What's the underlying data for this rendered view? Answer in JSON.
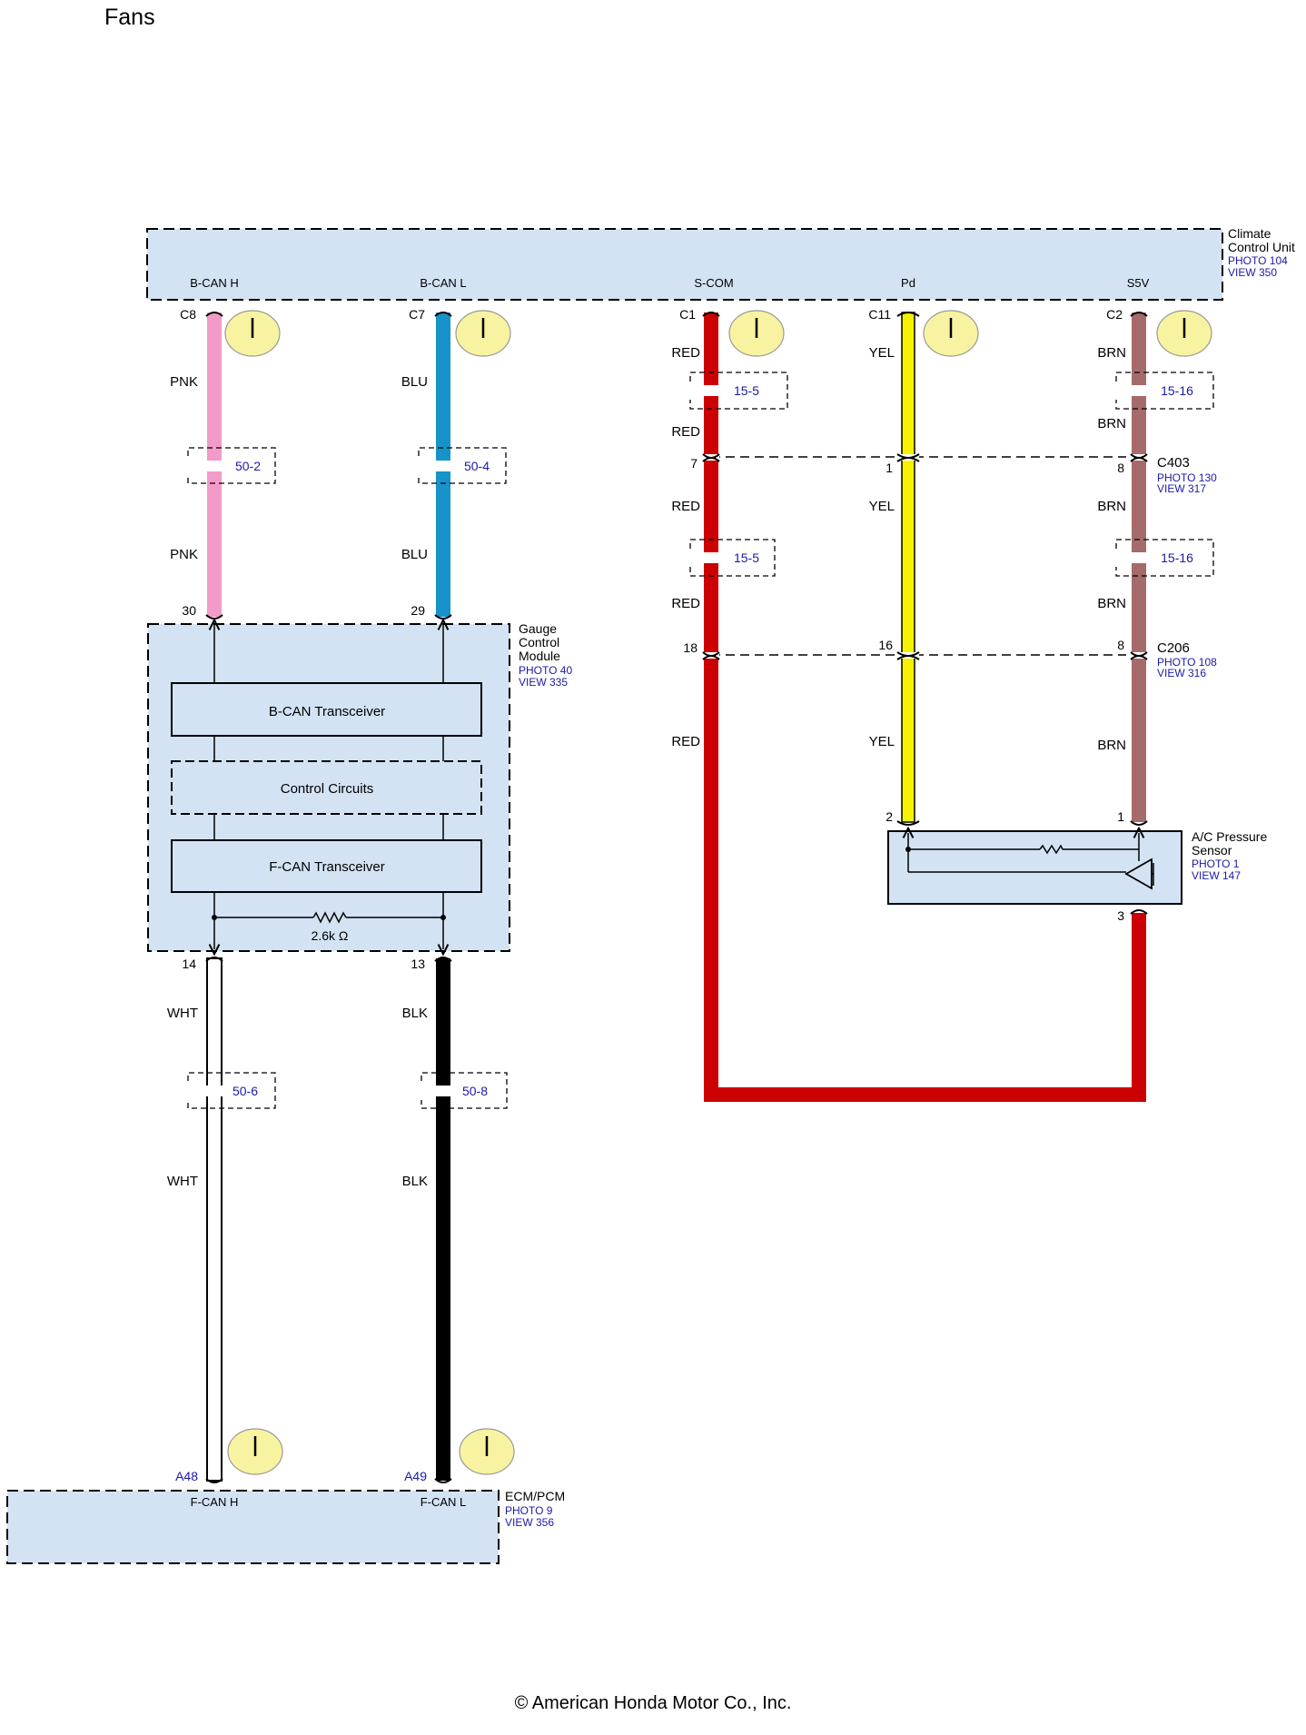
{
  "page": {
    "title": "Fans",
    "footer": "© American Honda Motor Co., Inc."
  },
  "colors": {
    "box_fill": "#d3e3f4",
    "wire_pnk": "#f29bc9",
    "wire_blu": "#1693c9",
    "wire_red": "#cc0000",
    "wire_yel": "#f5f200",
    "wire_brn": "#a56b6b",
    "wire_wht": "#ffffff",
    "wire_blk": "#000000",
    "ground_marker": "#f8f3a0",
    "ref_text": "#1a1aa8"
  },
  "components": {
    "climate": {
      "name_line1": "Climate",
      "name_line2": "Control Unit",
      "photo": "PHOTO 104",
      "view": "VIEW 350",
      "pins": [
        "B-CAN H",
        "B-CAN L",
        "S-COM",
        "Pd",
        "S5V"
      ]
    },
    "gauge": {
      "name_line1": "Gauge",
      "name_line2": "Control",
      "name_line3": "Module",
      "photo": "PHOTO 40",
      "view": "VIEW 335",
      "bcan": "B-CAN Transceiver",
      "control": "Control  Circuits",
      "fcan": "F-CAN Transceiver",
      "resistor": "2.6k Ω"
    },
    "ecm": {
      "name": "ECM/PCM",
      "photo": "PHOTO 9",
      "view": "VIEW 356",
      "pins": [
        "F-CAN H",
        "F-CAN L"
      ]
    },
    "ac_sensor": {
      "name_line1": "A/C Pressure",
      "name_line2": "Sensor",
      "photo": "PHOTO 1",
      "view": "VIEW 147"
    }
  },
  "connectors": {
    "c403": {
      "name": "C403",
      "photo": "PHOTO 130",
      "view": "VIEW 317"
    },
    "c206": {
      "name": "C206",
      "photo": "PHOTO 108",
      "view": "VIEW 316"
    }
  },
  "terminals": {
    "c8": "C8",
    "c7": "C7",
    "c1": "C1",
    "c11": "C11",
    "c2": "C2",
    "g30": "30",
    "g29": "29",
    "g14": "14",
    "g13": "13",
    "a48": "A48",
    "a49": "A49",
    "c403_red": "7",
    "c403_yel": "1",
    "c403_brn": "8",
    "c206_red": "18",
    "c206_yel": "16",
    "c206_brn": "8",
    "s2": "2",
    "s1": "1",
    "s3": "3"
  },
  "wire_labels": {
    "pnk": "PNK",
    "blu": "BLU",
    "red": "RED",
    "yel": "YEL",
    "brn": "BRN",
    "wht": "WHT",
    "blk": "BLK"
  },
  "splices": {
    "s1": "50-2",
    "s2": "50-4",
    "s3": "15-5",
    "s4": "15-16",
    "s5": "15-5",
    "s6": "15-16",
    "s7": "50-6",
    "s8": "50-8"
  },
  "icons": [
    "ground-marker-icon",
    "resistor-icon",
    "amplifier-icon",
    "arrow-icon"
  ]
}
